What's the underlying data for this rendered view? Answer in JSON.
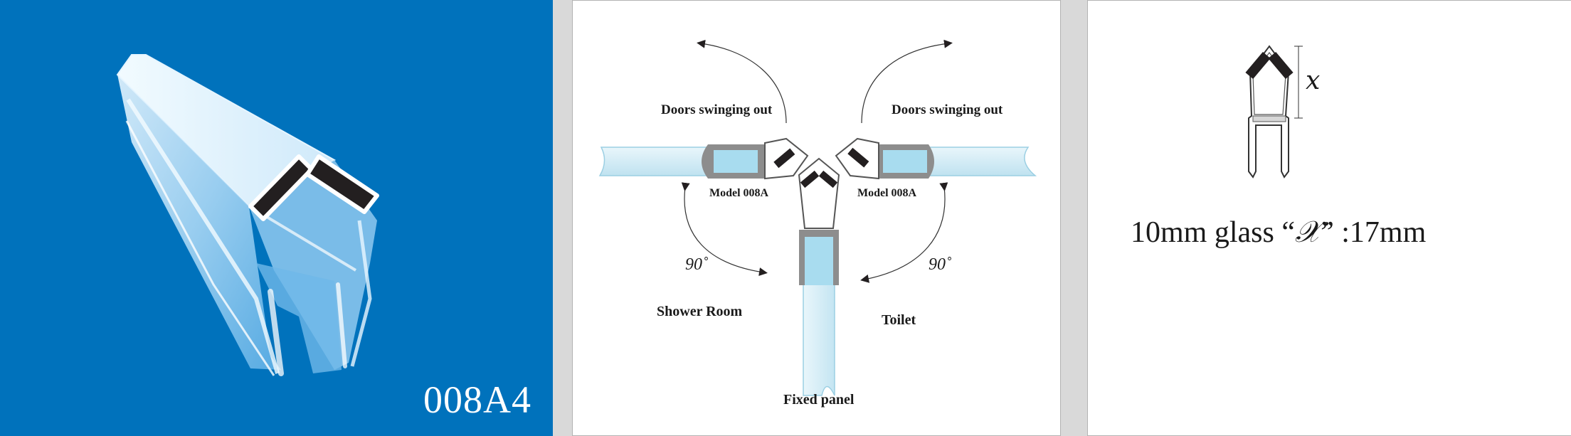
{
  "product": {
    "model_code": "008A4"
  },
  "diagram": {
    "door_left_label": "Doors swinging out",
    "door_right_label": "Doors swinging out",
    "model_left_label": "Model 008A",
    "model_right_label": "Model 008A",
    "angle_left_label": "90˚",
    "angle_right_label": "90˚",
    "room_left_label": "Shower Room",
    "room_right_label": "Toilet",
    "bottom_label": "Fixed panel"
  },
  "profile": {
    "dimension_symbol": "x",
    "spec_prefix": "10mm glass “",
    "spec_symbol": "𝒳",
    "spec_suffix": "” :17mm"
  },
  "colors": {
    "blue_background": "#0072bc",
    "magnet": "#231f20",
    "glass": "#cfe9f3"
  }
}
